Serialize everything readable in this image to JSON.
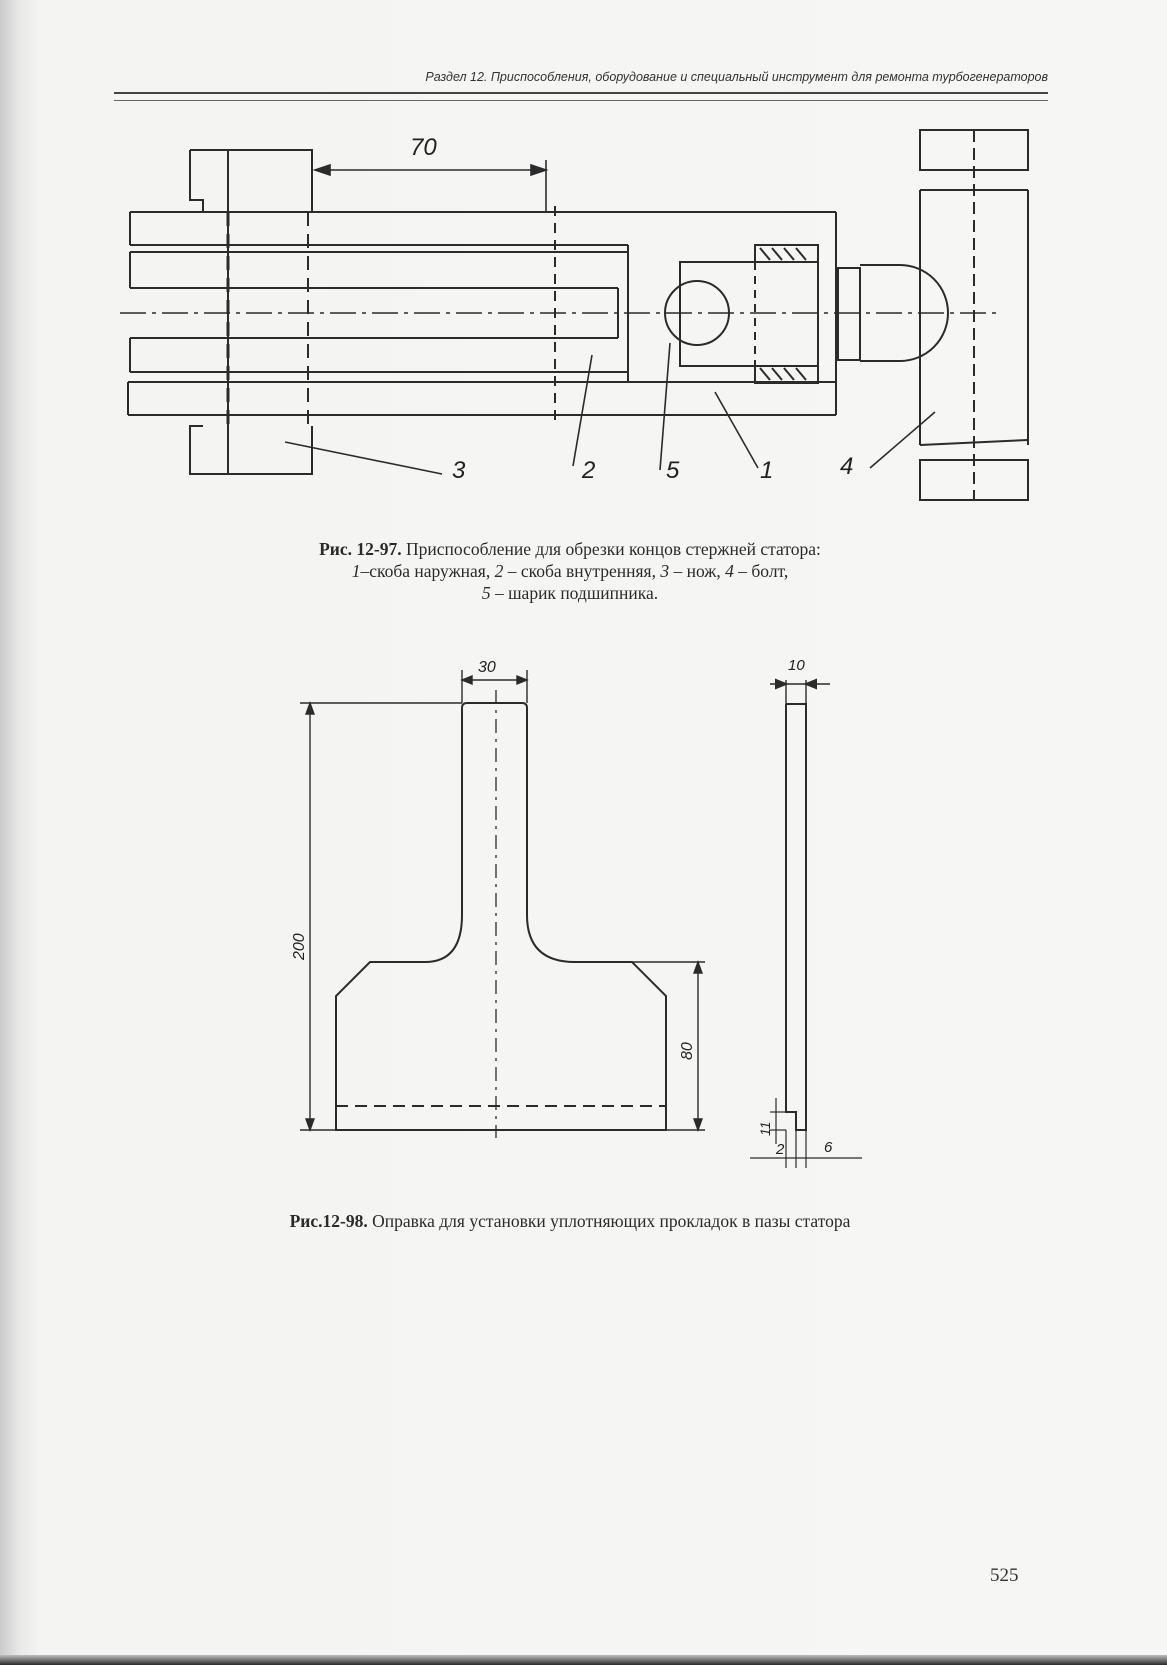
{
  "header": {
    "running_title": "Раздел 12. Приспособления, оборудование и специальный инструмент для ремонта турбогенераторов"
  },
  "figure_97": {
    "dimension": "70",
    "callouts": [
      "3",
      "2",
      "5",
      "1",
      "4"
    ],
    "caption": {
      "number": "Рис. 12-97.",
      "title": "Приспособление для обрезки концов стержней статора:",
      "legend": [
        {
          "num": "1",
          "text": "–скоба наружная, "
        },
        {
          "num": "2",
          "text": " – скоба внутренняя, "
        },
        {
          "num": "3",
          "text": " – нож, "
        },
        {
          "num": "4",
          "text": " – болт,"
        },
        {
          "num": "5",
          "text": " – шарик подшипника."
        }
      ]
    }
  },
  "figure_98": {
    "dimensions": {
      "width_top": "30",
      "height_total": "200",
      "height_base": "80",
      "thickness": "10",
      "step_height": "11",
      "step_width": "2",
      "step_offset": "6"
    },
    "caption": {
      "number": "Рис.12-98.",
      "title": " Оправка для установки уплотняющих прокладок в пазы статора"
    }
  },
  "page_number": "525"
}
